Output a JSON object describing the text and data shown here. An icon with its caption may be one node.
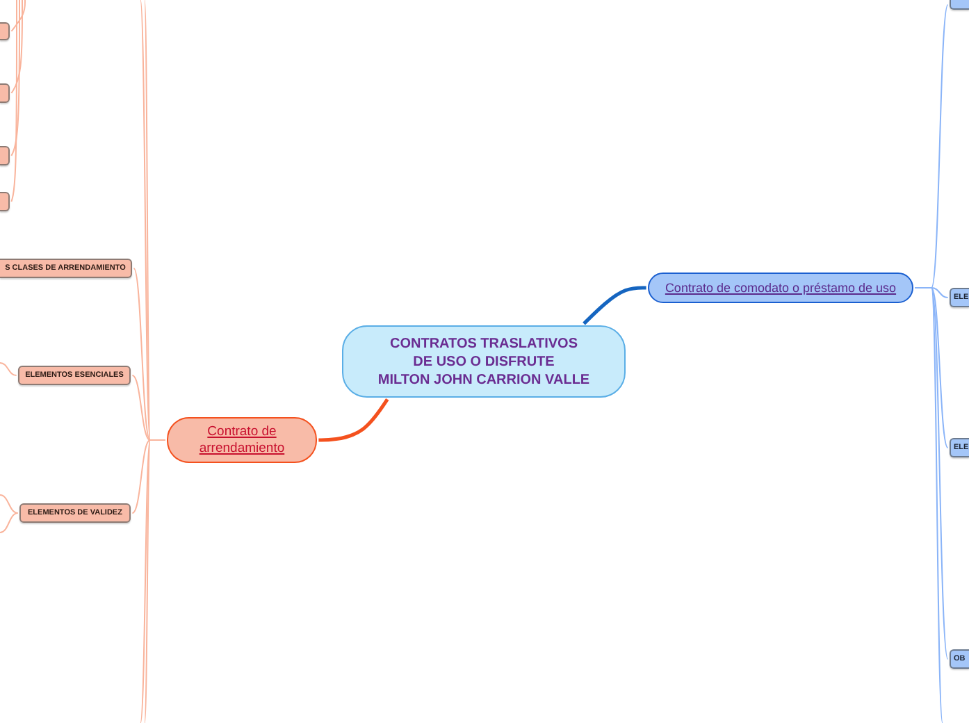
{
  "diagram": {
    "nodes": [
      {
        "text": [
          "CONTRATOS TRASLATIVOS DE USO O DISFRUTE",
          "MILTON JOHN CARRION VALLE"
        ]
      },
      {
        "text": [
          "Contrato de arrendamiento"
        ]
      },
      {
        "text": [
          "Contrato de comodato o préstamo de uso"
        ]
      },
      {
        "text": [],
        "shape": "box"
      },
      {
        "text": [],
        "shape": "box"
      },
      {
        "text": [],
        "shape": "box"
      },
      {
        "text": [],
        "shape": "box"
      },
      {
        "text": [
          "S CLASES DE ARRENDAMIENTO"
        ]
      },
      {
        "text": [
          "ELEMENTOS ESENCIALES"
        ]
      },
      {
        "text": [
          "ELEMENTOS DE VALIDEZ"
        ]
      },
      {
        "text": [],
        "shape": "box"
      },
      {
        "text": [
          "ELE"
        ]
      },
      {
        "text": [
          "ELE"
        ]
      },
      {
        "text": [
          "OB"
        ]
      }
    ],
    "edges": [
      {
        "from": 0,
        "to": 1,
        "arrow": "none",
        "style": "thick",
        "color": "#f4511e"
      },
      {
        "from": 0,
        "to": 2,
        "arrow": "none",
        "style": "thick",
        "color": "#1565c0"
      },
      {
        "from": 1,
        "to": 7,
        "arrow": "none",
        "color": "#f9b49c"
      },
      {
        "from": 1,
        "to": 8,
        "arrow": "none",
        "color": "#f9b49c"
      },
      {
        "from": 1,
        "to": 9,
        "arrow": "none",
        "color": "#f9b49c"
      },
      {
        "from": 1,
        "to": null,
        "arrow": "none",
        "color": "#f9b49c"
      },
      {
        "from": 1,
        "to": null,
        "arrow": "none",
        "color": "#f9b49c"
      },
      {
        "from": 1,
        "to": null,
        "arrow": "none",
        "color": "#f9b49c"
      },
      {
        "from": 1,
        "to": null,
        "arrow": "none",
        "color": "#f9b49c"
      },
      {
        "from": null,
        "to": 3,
        "arrow": "none",
        "color": "#f9b49c"
      },
      {
        "from": null,
        "to": 4,
        "arrow": "none",
        "color": "#f9b49c"
      },
      {
        "from": null,
        "to": 5,
        "arrow": "none",
        "color": "#f9b49c"
      },
      {
        "from": null,
        "to": 6,
        "arrow": "none",
        "color": "#f9b49c"
      },
      {
        "from": 8,
        "to": null,
        "arrow": "none",
        "color": "#f9b49c"
      },
      {
        "from": 9,
        "to": null,
        "arrow": "none",
        "color": "#f9b49c"
      },
      {
        "from": 9,
        "to": null,
        "arrow": "none",
        "color": "#f9b49c"
      },
      {
        "from": 2,
        "to": 10,
        "arrow": "none",
        "color": "#8ab4f8"
      },
      {
        "from": 2,
        "to": 11,
        "arrow": "none",
        "color": "#8ab4f8"
      },
      {
        "from": 2,
        "to": 12,
        "arrow": "none",
        "color": "#8ab4f8"
      },
      {
        "from": 2,
        "to": 13,
        "arrow": "none",
        "color": "#8ab4f8"
      },
      {
        "from": 2,
        "to": null,
        "arrow": "none",
        "color": "#8ab4f8"
      }
    ]
  }
}
